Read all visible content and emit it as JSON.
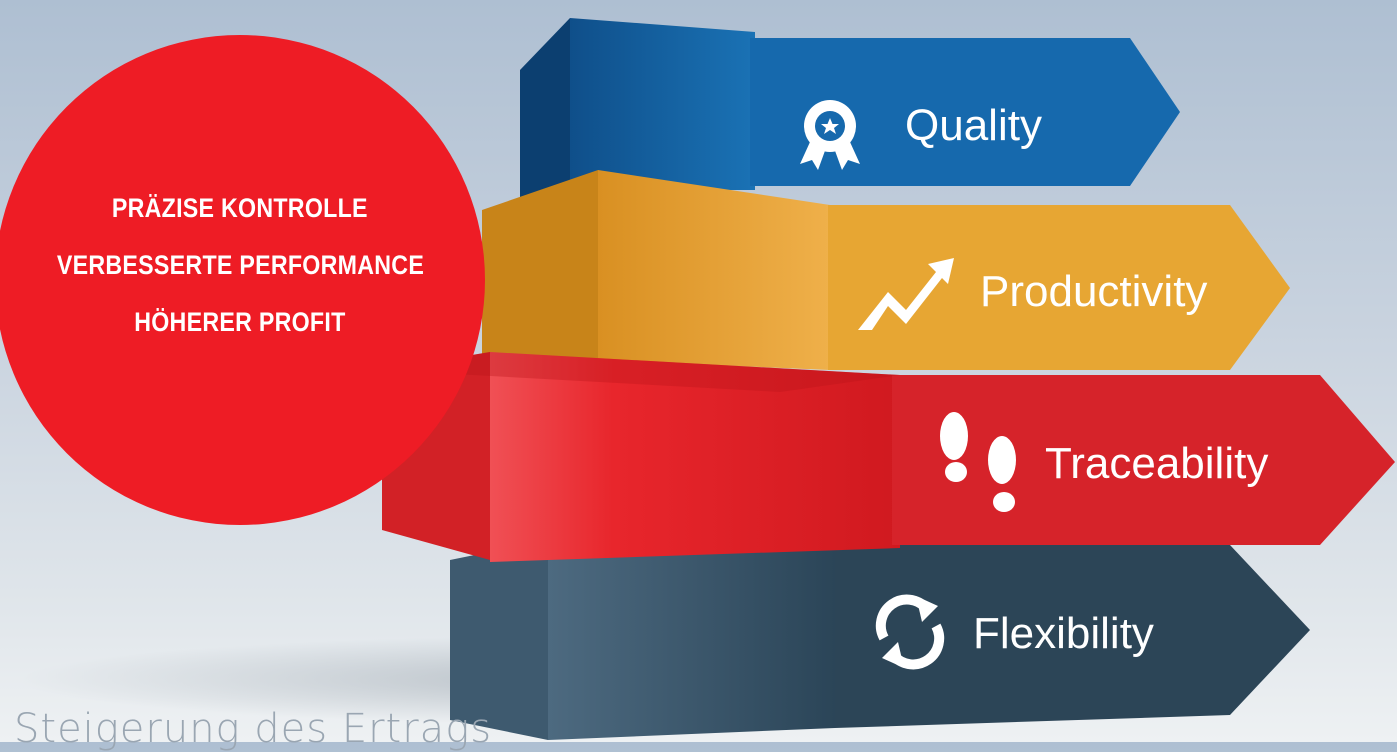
{
  "badge": {
    "lines": [
      "PRÄZISE KONTROLLE",
      "VERBESSERTE PERFORMANCE",
      "HÖHERER PROFIT"
    ]
  },
  "steps": [
    {
      "label": "Quality",
      "icon": "award-ribbon-icon",
      "color": "#1669ad"
    },
    {
      "label": "Productivity",
      "icon": "trend-up-arrow-icon",
      "color": "#e7a633"
    },
    {
      "label": "Traceability",
      "icon": "footprints-icon",
      "color": "#d6232a"
    },
    {
      "label": "Flexibility",
      "icon": "sync-arrows-icon",
      "color": "#2c4557"
    }
  ],
  "caption": "Steigerung des Ertrags",
  "colors": {
    "badge_red": "#ee1c25",
    "quality_blue": "#1669ad",
    "productivity_yellow": "#e7a633",
    "traceability_red": "#d6232a",
    "flexibility_slate": "#2c4557"
  }
}
